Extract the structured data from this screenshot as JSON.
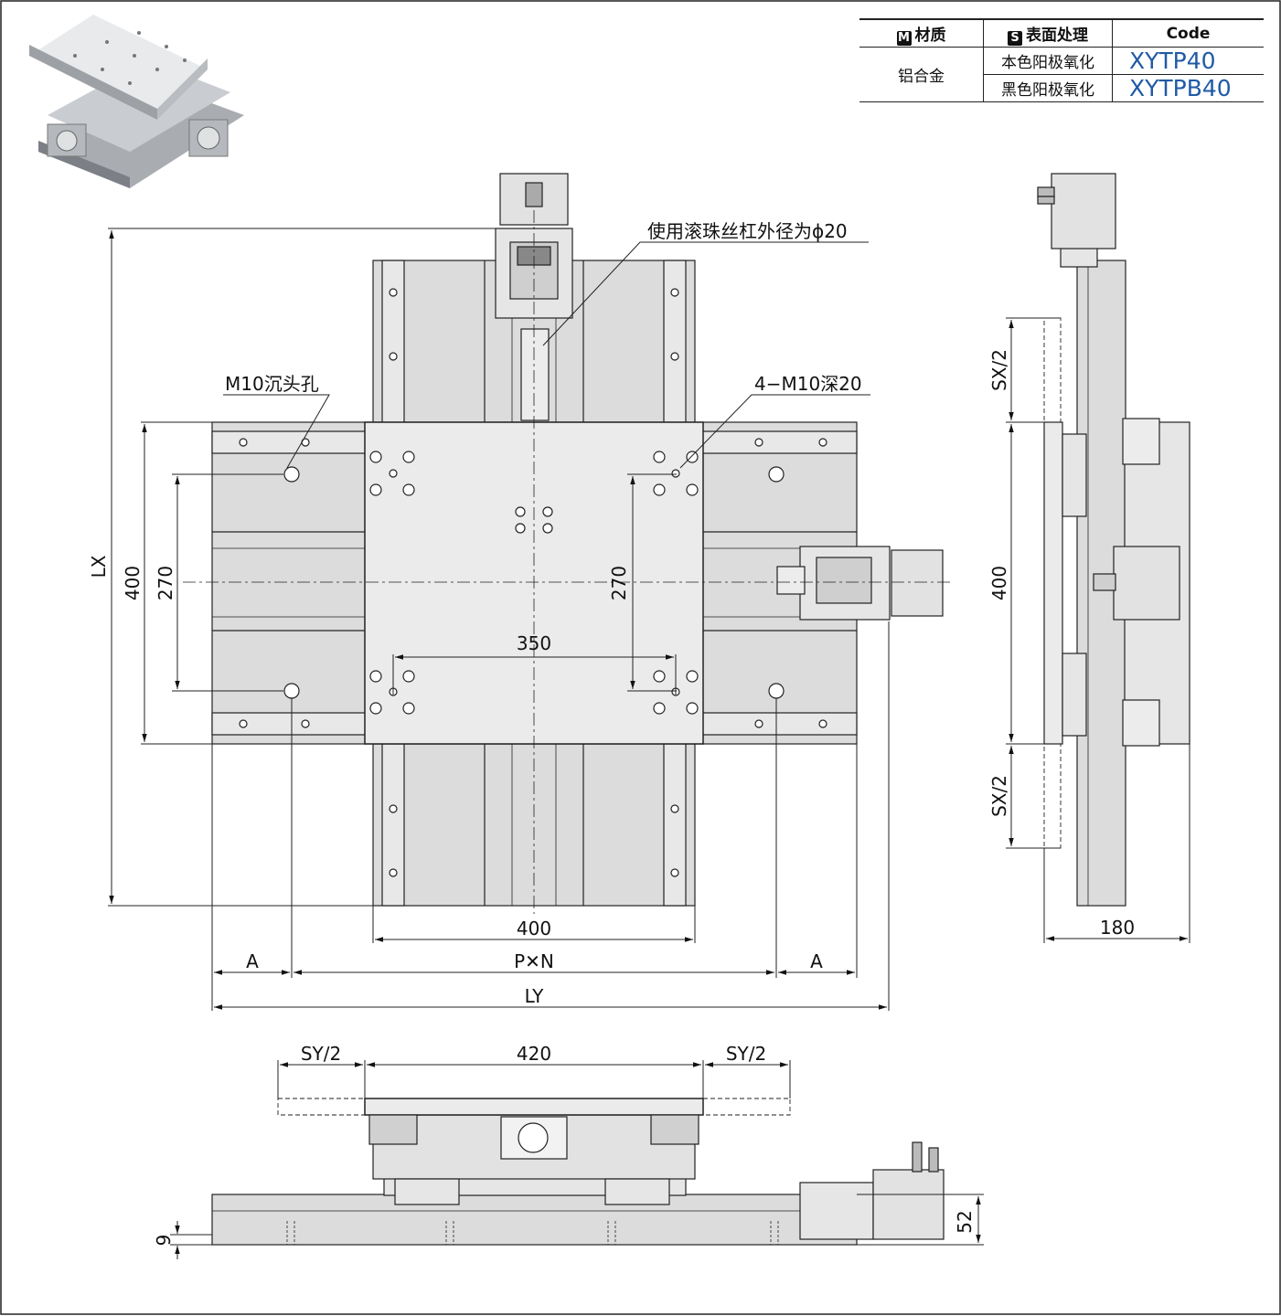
{
  "spec_table": {
    "header": {
      "material_badge": "M",
      "material": "材质",
      "surface_badge": "S",
      "surface": "表面处理",
      "code": "Code"
    },
    "material_value": "铝合金",
    "rows": [
      {
        "surface": "本色阳极氧化",
        "code": "XYTP40"
      },
      {
        "surface": "黑色阳极氧化",
        "code": "XYTPB40"
      }
    ]
  },
  "callouts": {
    "ball_screw": "使用滚珠丝杠外径为ϕ20",
    "counterbore": "M10沉头孔",
    "tapped_holes": "4−M10深20"
  },
  "top_view": {
    "lx": "LX",
    "dim_400_vertical": "400",
    "dim_270_left": "270",
    "dim_270_inner": "270",
    "dim_350": "350",
    "dim_400_bottom": "400",
    "dim_a_left": "A",
    "dim_pxn": "P✕N",
    "dim_a_right": "A",
    "dim_ly": "LY"
  },
  "side_view": {
    "sx_top": "SX/2",
    "dim_400": "400",
    "sx_bottom": "SX/2",
    "dim_180": "180"
  },
  "front_view": {
    "sy_left": "SY/2",
    "dim_420": "420",
    "sy_right": "SY/2",
    "dim_9": "9",
    "dim_52": "52"
  }
}
